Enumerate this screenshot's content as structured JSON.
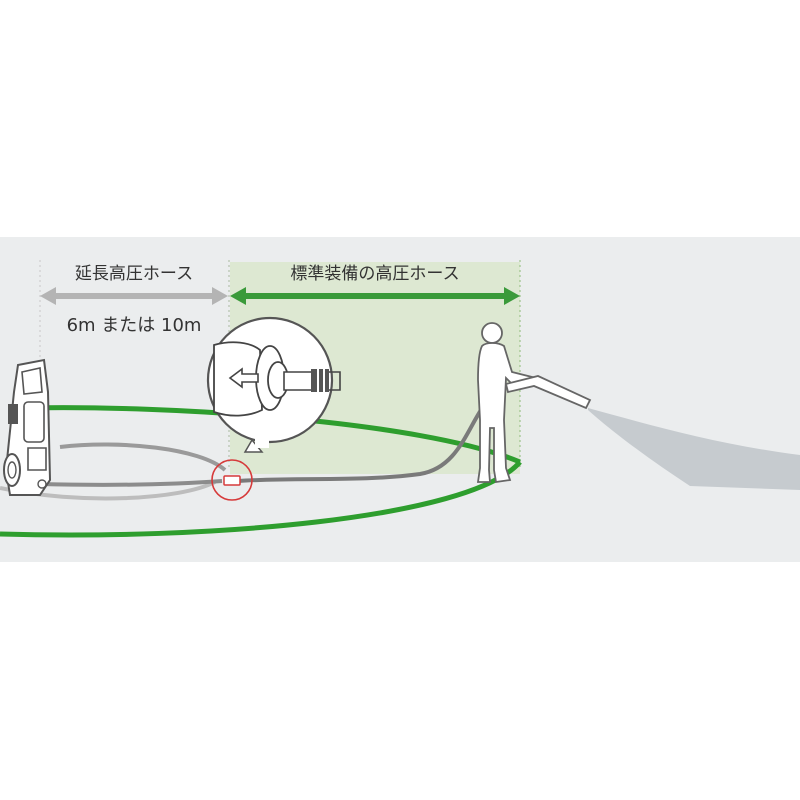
{
  "diagram": {
    "extension_hose_label": "延長高圧ホース",
    "extension_length_label": "6m または 10m",
    "standard_hose_label": "標準装備の高圧ホース",
    "colors": {
      "band_background": "#ebedee",
      "standard_zone": "#dde8d2",
      "standard_hose_arrow": "#3a9a3a",
      "extension_arrow": "#b4b4b4",
      "green_loop": "#2e9e2e",
      "hose": "#7a7a7a",
      "figure": "#ffffff",
      "highlight_circle": "#d63a3a",
      "spray": "#c6cbcf"
    },
    "icons": {
      "pressure_washer": "pressure-washer-icon",
      "person": "person-icon",
      "connector_zoom": "hose-connector-icon"
    }
  }
}
